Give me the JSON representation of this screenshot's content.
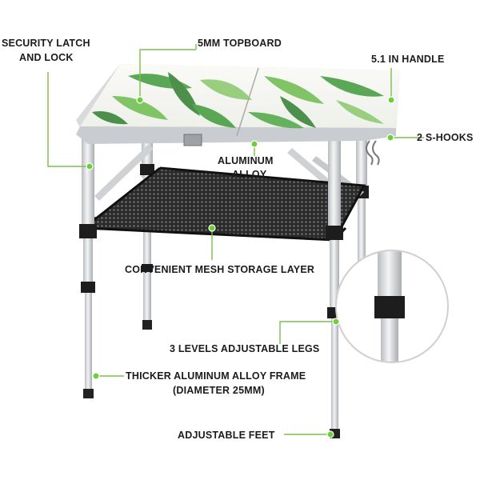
{
  "labels": {
    "security_latch": "SECURITY LATCH",
    "and_lock": "AND LOCK",
    "topboard": "5MM TOPBOARD",
    "handle": "5.1 IN HANDLE",
    "s_hooks": "2 S-HOOKS",
    "aluminum": "ALUMINUM",
    "alloy": "ALLOY",
    "mesh_layer": "CONVENIENT MESH STORAGE LAYER",
    "adjustable_legs": "3 LEVELS ADJUSTABLE LEGS",
    "frame_line1": "THICKER ALUMINUM ALLOY FRAME",
    "frame_line2": "(DIAMETER 25MM)",
    "adjustable_feet": "ADJUSTABLE FEET"
  },
  "colors": {
    "accent": "#6ccf3a",
    "leader_line": "#7bbf4a",
    "frame": "#d8dadc",
    "leaf": "#3f9a3a",
    "text": "#1b1b1b"
  }
}
